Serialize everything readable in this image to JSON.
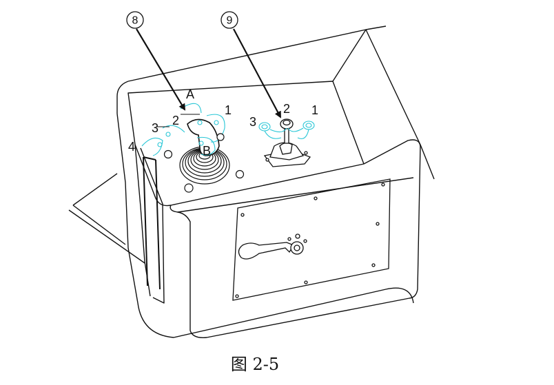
{
  "figure": {
    "caption": "图 2-5",
    "callouts": [
      {
        "id": "8",
        "label": "⑧"
      },
      {
        "id": "9",
        "label": "⑨"
      }
    ],
    "left_joystick": {
      "position_labels": {
        "A": "A",
        "B": "B",
        "p1": "1",
        "p2": "2",
        "p3": "3",
        "p4": "4"
      }
    },
    "right_joystick": {
      "position_labels": {
        "p1": "1",
        "p2": "2",
        "p3": "3"
      }
    }
  },
  "colors": {
    "line": "#111111",
    "position_marks": "#27c6d6",
    "background": "#ffffff"
  }
}
